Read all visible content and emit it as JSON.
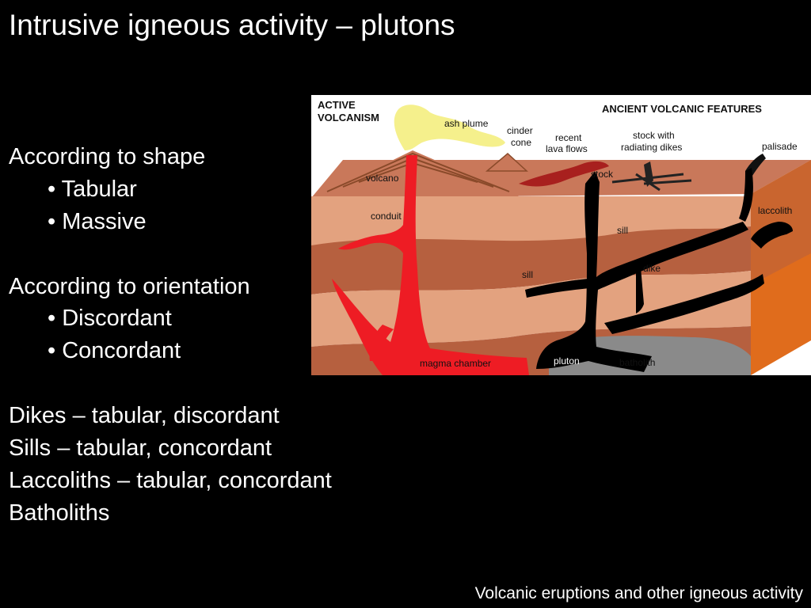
{
  "slide": {
    "title": "Intrusive igneous activity – plutons",
    "footer": "Volcanic eruptions and other igneous activity"
  },
  "body": {
    "shape_heading": "According to shape",
    "shape_items": [
      "• Tabular",
      "• Massive"
    ],
    "orientation_heading": "According to orientation",
    "orientation_items": [
      "• Discordant",
      "• Concordant"
    ],
    "classifications": [
      "Dikes – tabular, discordant",
      "Sills – tabular, concordant",
      "Laccoliths – tabular, concordant",
      "Batholiths"
    ]
  },
  "diagram": {
    "heading_active_1": "ACTIVE",
    "heading_active_2": "VOLCANISM",
    "heading_ancient": "ANCIENT VOLCANIC FEATURES",
    "labels": {
      "ash_plume": "ash plume",
      "cinder_1": "cinder",
      "cinder_2": "cone",
      "lava_1": "recent",
      "lava_2": "lava flows",
      "stock_dikes_1": "stock with",
      "stock_dikes_2": "radiating dikes",
      "palisade": "palisade",
      "volcano": "volcano",
      "stock": "stock",
      "conduit": "conduit",
      "laccolith": "laccolith",
      "sill_upper": "sill",
      "dike": "dike",
      "sill_lower": "sill",
      "magma_chamber": "magma chamber",
      "pluton": "pluton",
      "batholith": "batholith"
    },
    "colors": {
      "magma": "#ee1c24",
      "intrusion": "#000000",
      "plume": "#f5f08c",
      "layer_light": "#e3a27f",
      "layer_dark": "#b6603f",
      "surface": "#c9785a",
      "side_face": "#e06c1c",
      "batholith": "#8a8a8a"
    }
  }
}
